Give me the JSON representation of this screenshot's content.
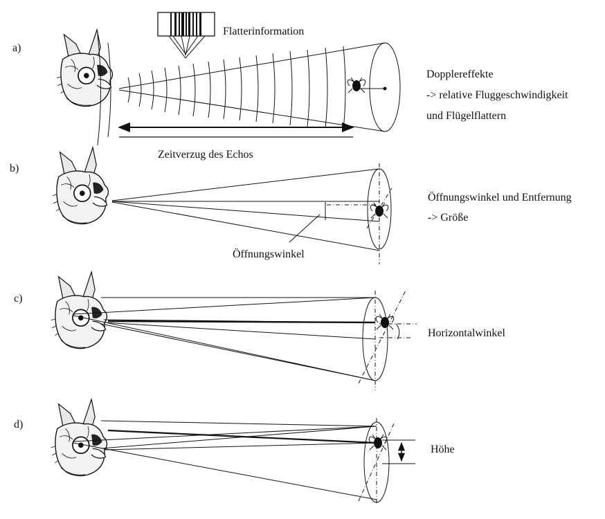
{
  "panels": [
    {
      "label": "a)",
      "notes": [
        "Flatterinformation",
        "Dopplereffekte",
        "-> relative Fluggeschwindigkeit",
        "und Flügelflattern",
        "Zeitverzug des Echos"
      ]
    },
    {
      "label": "b)",
      "notes": [
        "Öffnungswinkel und Entfernung",
        "-> Größe",
        "Öffnungswinkel"
      ]
    },
    {
      "label": "c)",
      "notes": [
        "Horizontalwinkel"
      ]
    },
    {
      "label": "d)",
      "notes": [
        "Höhe"
      ]
    }
  ],
  "icons": [
    "bat-head-icon",
    "insect-icon",
    "barcode-icon",
    "double-arrow-icon"
  ]
}
